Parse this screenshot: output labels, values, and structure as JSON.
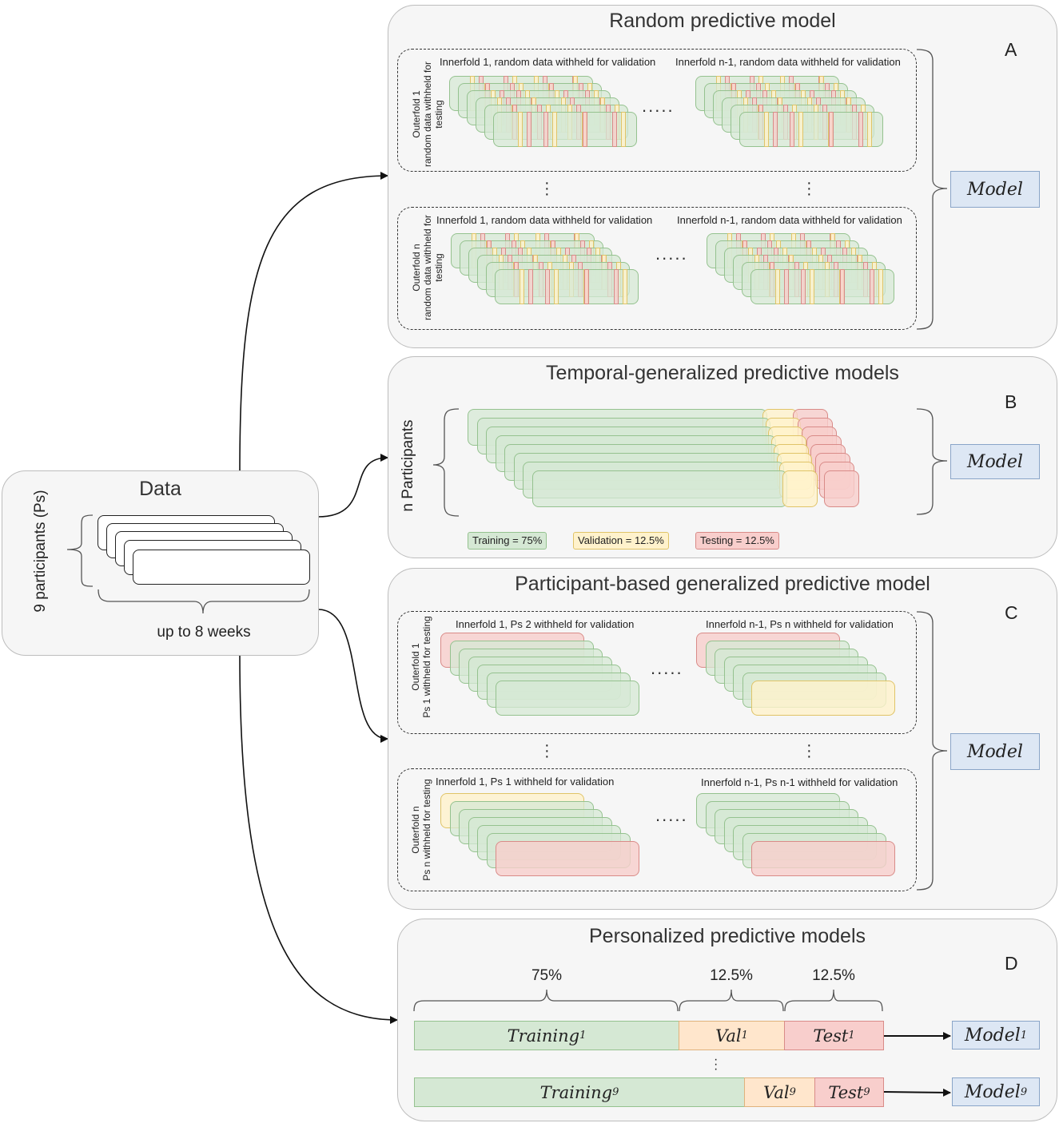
{
  "data_panel": {
    "title": "Data",
    "participants_label": "9 participants (Ps)",
    "weeks_label": "up to 8 weeks"
  },
  "panel_a": {
    "title": "Random predictive model",
    "letter": "A",
    "outer1_label_line1": "Outerfold 1",
    "outer1_label_line2": "random data withheld for",
    "outer1_label_line3": "testing",
    "outern_label_line1": "Outerfold n",
    "outern_label_line2": "random data withheld for",
    "outern_label_line3": "testing",
    "outer1_inner1": "Innerfold 1, random data withheld for validation",
    "outer1_innern": "Innerfold n-1, random data withheld for validation",
    "outern_inner1": "Innerfold 1, random data withheld for validation",
    "outern_innern": "Innerfold n-1, random data withheld for validation",
    "model": "Model"
  },
  "panel_b": {
    "title": "Temporal-generalized predictive models",
    "letter": "B",
    "side_label": "n Participants",
    "legend_training": "Training = 75%",
    "legend_validation": "Validation = 12.5%",
    "legend_testing": "Testing = 12.5%",
    "model": "Model"
  },
  "panel_c": {
    "title": "Participant-based generalized predictive model",
    "letter": "C",
    "outer1_label_line1": "Outerfold 1",
    "outer1_label_line2": "Ps 1 withheld for testing",
    "outern_label_line1": "Outerfold n",
    "outern_label_line2": "Ps n withheld for testing",
    "outer1_inner1": "Innerfold 1, Ps 2 withheld for validation",
    "outer1_innern": "Innerfold n-1, Ps n withheld for validation",
    "outern_inner1": "Innerfold 1, Ps 1 withheld for validation",
    "outern_innern": "Innerfold n-1, Ps n-1 withheld for validation",
    "model": "Model"
  },
  "panel_d": {
    "title": "Personalized predictive models",
    "letter": "D",
    "pct_training": "75%",
    "pct_val": "12.5%",
    "pct_test": "12.5%",
    "row1": {
      "training": "Training",
      "training_sub": "1",
      "val": "Val",
      "val_sub": "1",
      "test": "Test",
      "test_sub": "1",
      "model": "Model",
      "model_sub": "1"
    },
    "row9": {
      "training": "Training",
      "training_sub": "9",
      "val": "Val",
      "val_sub": "9",
      "test": "Test",
      "test_sub": "9",
      "model": "Model",
      "model_sub": "9"
    }
  },
  "colors": {
    "training": "#d5e8d4",
    "validation": "#fff2cc",
    "testing": "#f8cecc",
    "model": "#dae8fc",
    "panel_bg": "#f5f5f5"
  }
}
